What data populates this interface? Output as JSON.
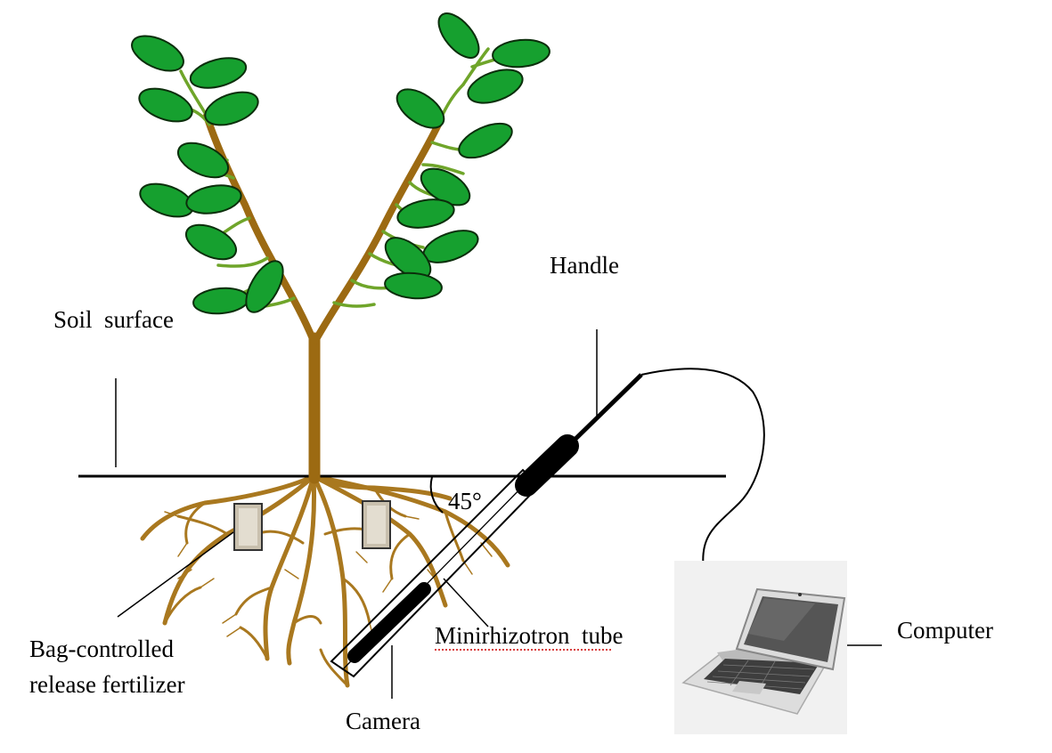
{
  "labels": {
    "soil_surface": "Soil  surface",
    "handle": "Handle",
    "angle": "45°",
    "minirhizotron_tube": "Minirhizotron  tube",
    "computer": "Computer",
    "fertilizer_line1": "Bag-controlled",
    "fertilizer_line2": "release fertilizer",
    "camera": "Camera"
  },
  "colors": {
    "stem": "#9c6a12",
    "root": "#a9781f",
    "twig": "#6fa52a",
    "leaf": "#16a02f",
    "line": "#000000"
  },
  "icons": {
    "computer": "laptop-icon"
  }
}
